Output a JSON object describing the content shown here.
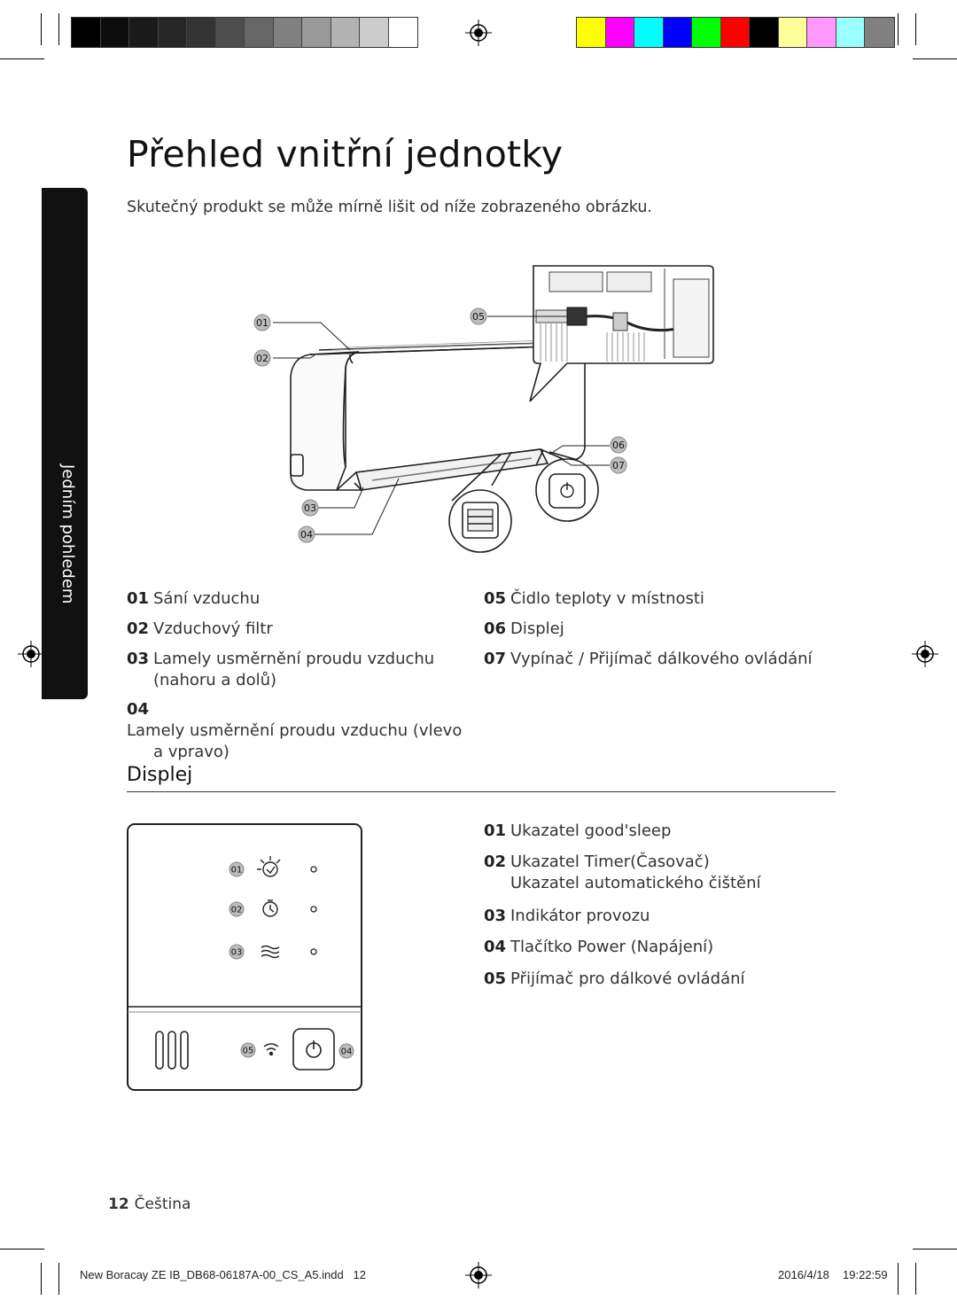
{
  "colors": {
    "bw_bars": [
      "#000000",
      "#0d0d0d",
      "#1a1a1a",
      "#262626",
      "#333333",
      "#4d4d4d",
      "#666666",
      "#808080",
      "#999999",
      "#b3b3b3",
      "#cccccc",
      "#ffffff"
    ],
    "color_bars": [
      "#ffff00",
      "#ff00ff",
      "#00ffff",
      "#0000ff",
      "#00ff00",
      "#ff0000",
      "#000000",
      "#ffff99",
      "#ff99ff",
      "#99ffff",
      "#808080"
    ]
  },
  "page": {
    "title": "Přehled vnitřní jednotky",
    "subtitle": "Skutečný produkt se může mírně lišit od níže zobrazeného obrázku.",
    "side_tab": "Jedním pohledem"
  },
  "unit_diagram": {
    "callouts": [
      "01",
      "02",
      "03",
      "04",
      "05",
      "06",
      "07"
    ]
  },
  "parts": [
    {
      "num": "01",
      "label": "Sání vzduchu",
      "cont": ""
    },
    {
      "num": "02",
      "label": "Vzduchový filtr",
      "cont": ""
    },
    {
      "num": "03",
      "label": "Lamely usměrnění proudu vzduchu",
      "cont": "(nahoru a dolů)"
    },
    {
      "num": "04",
      "label": "Lamely usměrnění proudu vzduchu (vlevo",
      "cont": "a vpravo)"
    },
    {
      "num": "05",
      "label": "Čidlo teploty v místnosti",
      "cont": ""
    },
    {
      "num": "06",
      "label": "Displej",
      "cont": ""
    },
    {
      "num": "07",
      "label": "Vypínač / Přijímač dálkového ovládání",
      "cont": ""
    }
  ],
  "display_section": {
    "heading": "Displej",
    "callouts": [
      "01",
      "02",
      "03",
      "05",
      "04"
    ],
    "items": [
      {
        "num": "01",
        "label": "Ukazatel good'sleep",
        "cont": ""
      },
      {
        "num": "02",
        "label": "Ukazatel Timer(Časovač)",
        "cont": "Ukazatel automatického čištění"
      },
      {
        "num": "03",
        "label": "Indikátor provozu",
        "cont": ""
      },
      {
        "num": "04",
        "label": "Tlačítko Power (Napájení)",
        "cont": ""
      },
      {
        "num": "05",
        "label": "Přijímač pro dálkové ovládání",
        "cont": ""
      }
    ]
  },
  "footer": {
    "page_number": "12",
    "language": "Čeština",
    "file_info": "New Boracay ZE IB_DB68-06187A-00_CS_A5.indd   12",
    "date": "2016/4/18",
    "time": "19:22:59"
  }
}
